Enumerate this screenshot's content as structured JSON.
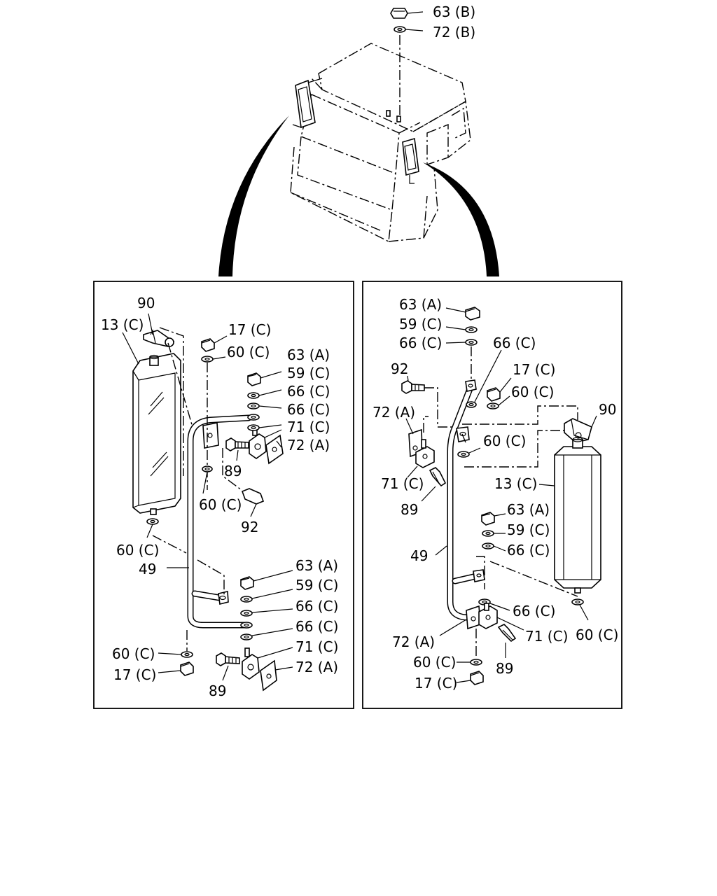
{
  "labels": {
    "top_63b": "63 (B)",
    "top_72b": "72 (B)",
    "l_90": "90",
    "l_13c": "13 (C)",
    "l_17c_a": "17 (C)",
    "l_60c_a": "60 (C)",
    "l_63a_a": "63 (A)",
    "l_59c_a": "59 (C)",
    "l_66c_a": "66 (C)",
    "l_66c_b": "66 (C)",
    "l_71c_a": "71 (C)",
    "l_72a_a": "72 (A)",
    "l_89_a": "89",
    "l_60c_b": "60 (C)",
    "l_92": "92",
    "l_60c_c": "60 (C)",
    "l_49": "49",
    "l_63a_b": "63 (A)",
    "l_59c_b": "59 (C)",
    "l_66c_c": "66 (C)",
    "l_66c_d": "66 (C)",
    "l_71c_b": "71 (C)",
    "l_72a_b": "72 (A)",
    "l_60c_d": "60 (C)",
    "l_17c_b": "17 (C)",
    "l_89_b": "89",
    "r_63a_a": "63 (A)",
    "r_59c_a": "59 (C)",
    "r_66c_a": "66 (C)",
    "r_66c_b": "66 (C)",
    "r_92": "92",
    "r_17c_a": "17 (C)",
    "r_60c_a": "60 (C)",
    "r_72a_a": "72 (A)",
    "r_90": "90",
    "r_60c_b": "60 (C)",
    "r_71c_a": "71 (C)",
    "r_13c": "13 (C)",
    "r_89_a": "89",
    "r_63a_b": "63 (A)",
    "r_59c_b": "59 (C)",
    "r_66c_c": "66 (C)",
    "r_49": "49",
    "r_66c_d": "66 (C)",
    "r_72a_b": "72 (A)",
    "r_71c_b": "71 (C)",
    "r_60c_c": "60 (C)",
    "r_60c_d": "60 (C)",
    "r_89_b": "89",
    "r_17c_b": "17 (C)"
  }
}
